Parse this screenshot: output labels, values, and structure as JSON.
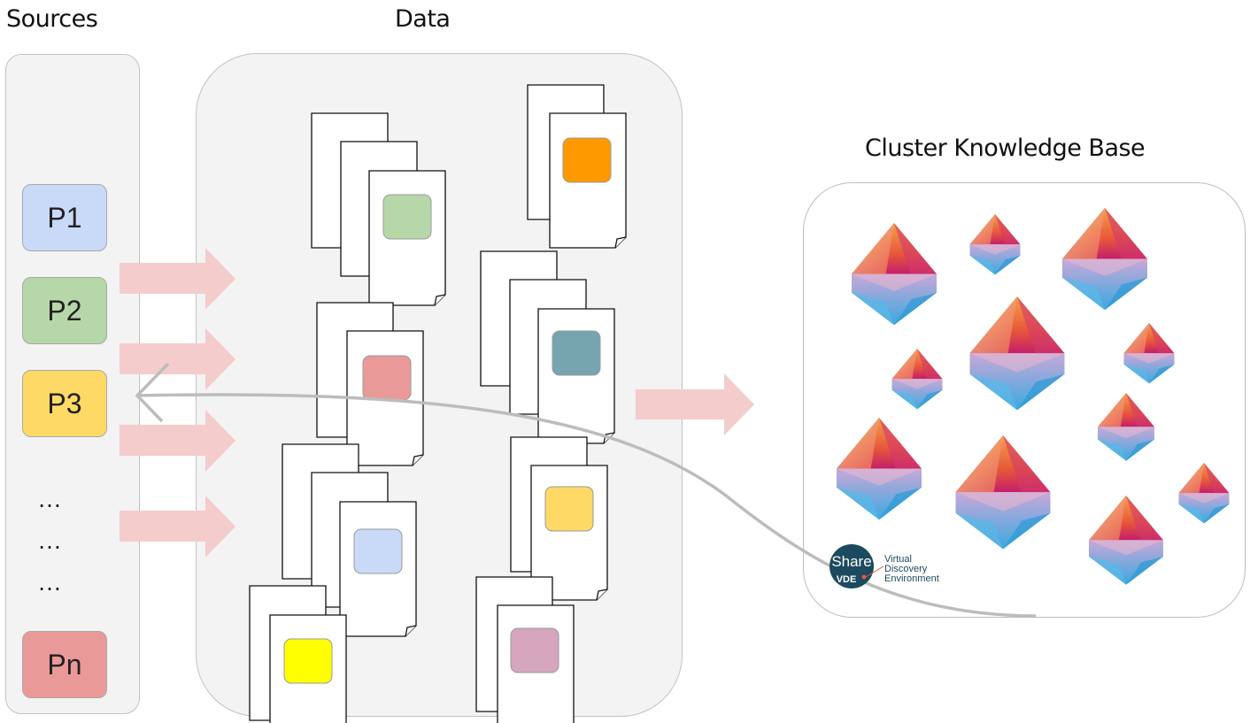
{
  "headings": {
    "sources": "Sources",
    "data": "Data",
    "cluster": "Cluster Knowledge Base"
  },
  "sources": [
    {
      "label": "P1",
      "color": "#c9daf8"
    },
    {
      "label": "P2",
      "color": "#b6d7a8"
    },
    {
      "label": "P3",
      "color": "#ffd966"
    },
    {
      "label": "Pn",
      "color": "#ea9999"
    }
  ],
  "ellipsis": [
    "…",
    "…",
    "…"
  ],
  "document_colors": [
    "#b6d7a8",
    "#ff9900",
    "#ea9999",
    "#76a5af",
    "#c9daf8",
    "#ffd966",
    "#ffff00",
    "#d5a6bd"
  ],
  "logo": {
    "share": "Share",
    "vde": "VDE",
    "line1": "Virtual",
    "line2": "Discovery",
    "line3": "Environment"
  }
}
